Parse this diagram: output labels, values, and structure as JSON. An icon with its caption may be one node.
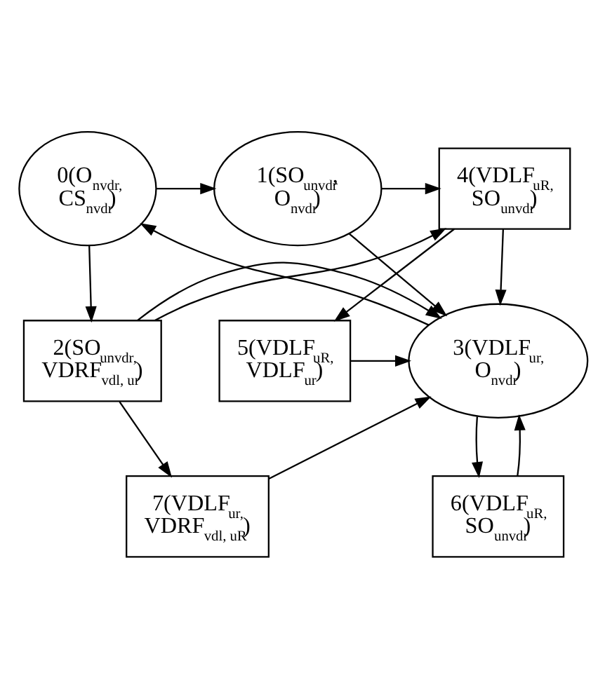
{
  "diagram": {
    "nodes": [
      {
        "text": [
          "0(O$_{nvdr,}$ CS$_{nvdr}$)"
        ]
      },
      {
        "text": [
          "1(SO$_{unvdr}$, O$_{nvdr}$)"
        ]
      },
      {
        "text": [
          "2(SO$_{unvdr,}$ VDRF$_{vdl, ur}$)"
        ]
      },
      {
        "text": [
          "3(VDLF$_{ur,}$ O$_{nvdr}$)"
        ]
      },
      {
        "text": [
          "4(VDLF$_{uR,}$ SO$_{unvdr}$)"
        ]
      },
      {
        "text": [
          "5(VDLF$_{uR,}$ VDLF$_{ur}$)"
        ]
      },
      {
        "text": [
          "6(VDLF$_{uR,}$ SO$_{unvdr}$)"
        ]
      },
      {
        "text": [
          "7(VDLF$_{ur,}$ VDRF$_{vdl, uR}$)"
        ]
      }
    ],
    "edges": [
      {
        "from": 0,
        "to": 1,
        "arrow": "to"
      },
      {
        "from": 1,
        "to": 4,
        "arrow": "to"
      },
      {
        "from": 2,
        "to": 4,
        "arrow": "to"
      },
      {
        "from": 0,
        "to": 2,
        "arrow": "to"
      },
      {
        "from": 3,
        "to": 0,
        "arrow": "to"
      },
      {
        "from": 1,
        "to": 3,
        "arrow": "to"
      },
      {
        "from": 4,
        "to": 3,
        "arrow": "to"
      },
      {
        "from": 4,
        "to": 5,
        "arrow": "to"
      },
      {
        "from": 5,
        "to": 3,
        "arrow": "to"
      },
      {
        "from": 2,
        "to": 3,
        "arrow": "to"
      },
      {
        "from": 2,
        "to": 7,
        "arrow": "to"
      },
      {
        "from": 7,
        "to": 3,
        "arrow": "to"
      },
      {
        "from": 3,
        "to": 6,
        "arrow": "to"
      },
      {
        "from": 6,
        "to": 3,
        "arrow": "to"
      }
    ]
  }
}
